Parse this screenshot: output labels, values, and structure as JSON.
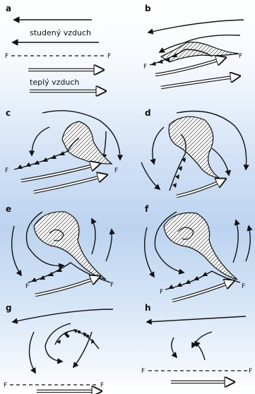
{
  "panels": [
    {
      "id": "a",
      "label": "a"
    },
    {
      "id": "b",
      "label": "b"
    },
    {
      "id": "c",
      "label": "c"
    },
    {
      "id": "d",
      "label": "d"
    },
    {
      "id": "e",
      "label": "e"
    },
    {
      "id": "f",
      "label": "f"
    },
    {
      "id": "g",
      "label": "g"
    },
    {
      "id": "h",
      "label": "h"
    }
  ],
  "texts": {
    "cold_air": "studený vzduch",
    "warm_air": "teplý vzduch",
    "front_marker": "F"
  }
}
